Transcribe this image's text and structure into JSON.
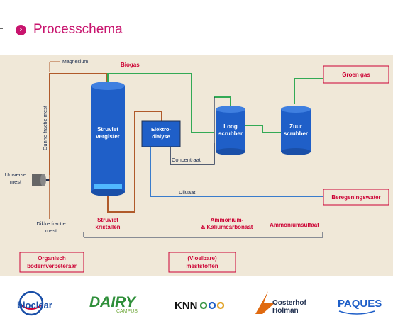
{
  "header": {
    "title": "Processchema",
    "bullet_icon": "chevron-right-icon"
  },
  "colors": {
    "background_panel": "#f0e8d8",
    "accent_magenta": "#c8146e",
    "label_red": "#cc0033",
    "tank_blue": "#1f5fc8",
    "line_green": "#33aa55",
    "line_brown": "#b05a2a",
    "line_blue": "#3a7ccc",
    "line_dark": "#203050"
  },
  "diagram": {
    "magnesium": "Magnesium",
    "biogas": "Biogas",
    "dunne_fractie": "Dunne fractie mest",
    "uurverse_mest": [
      "Uurverse",
      "mest"
    ],
    "struviet_vergister": [
      "Struviet",
      "vergister"
    ],
    "elektro_dialyse": [
      "Elektro-",
      "dialyse"
    ],
    "concentraat": "Concentraat",
    "loog_scrubber": [
      "Loog",
      "scrubber"
    ],
    "zuur_scrubber": [
      "Zuur",
      "scrubber"
    ],
    "groen_gas": "Groen gas",
    "diluaat": "Diluaat",
    "beregeningswater": "Beregeningswater",
    "dikke_fractie": [
      "Dikke fractie",
      "mest"
    ],
    "struviet_kristallen": [
      "Struviet",
      "kristallen"
    ],
    "ammonium_kalium": [
      "Ammonium-",
      "& Kaliumcarbonaat"
    ],
    "ammoniumsulfaat": "Ammoniumsulfaat",
    "organisch": [
      "Organisch",
      "bodemverbeteraar"
    ],
    "vloeibare": [
      "(Vloeibare)",
      "meststoffen"
    ]
  },
  "logos": {
    "bioclear": "bioclear",
    "dairy": "DAIRY",
    "dairy_sub": "CAMPUS",
    "knn": "KNN",
    "oosterhof": [
      "Oosterhof",
      "Holman"
    ],
    "paques": "PAQUES"
  }
}
